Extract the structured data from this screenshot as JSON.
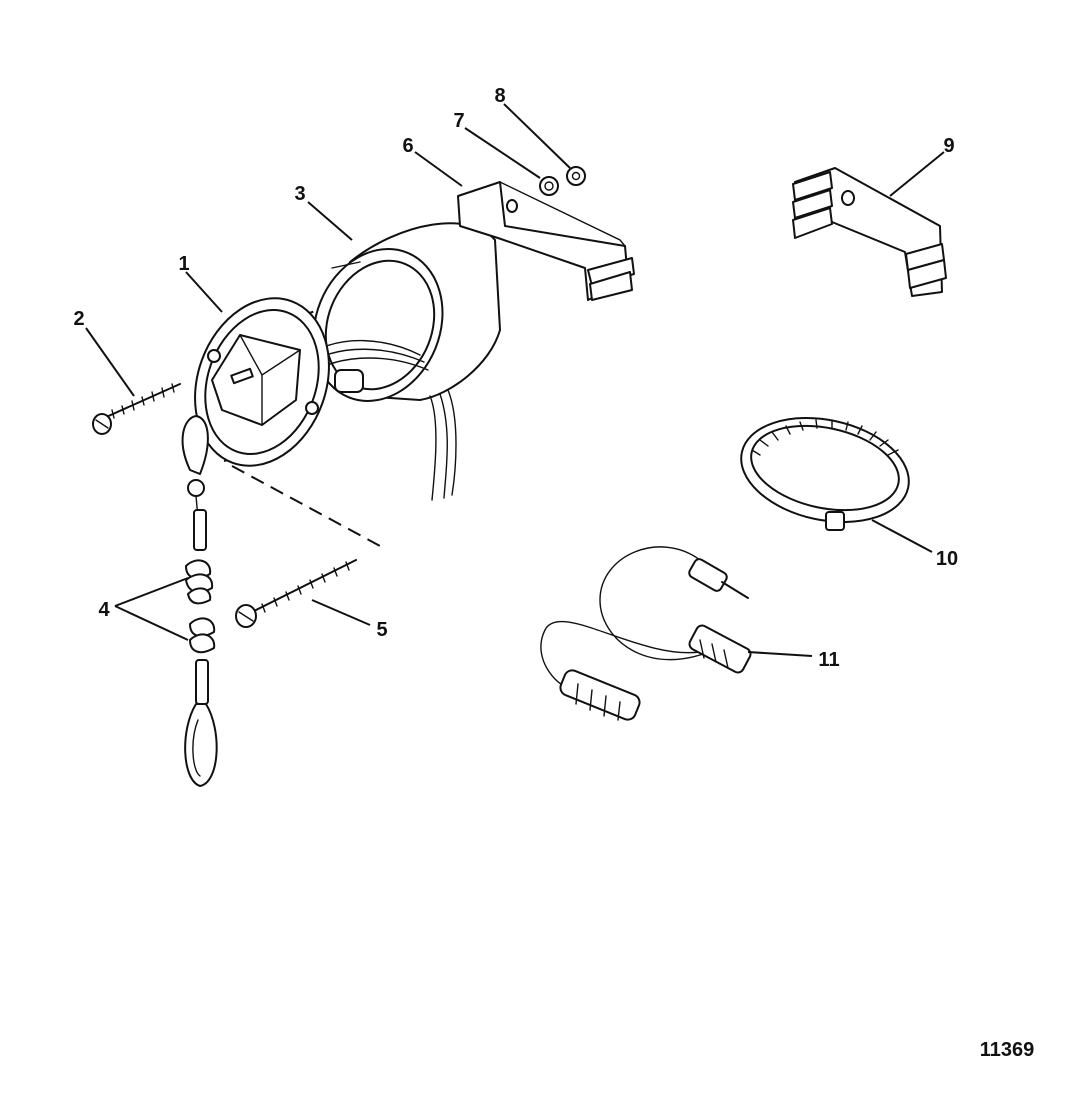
{
  "callouts": {
    "1": "1",
    "2": "2",
    "3": "3",
    "4": "4",
    "5": "5",
    "6": "6",
    "7": "7",
    "8": "8",
    "9": "9",
    "10": "10",
    "11": "11"
  },
  "figure_number": "11369"
}
